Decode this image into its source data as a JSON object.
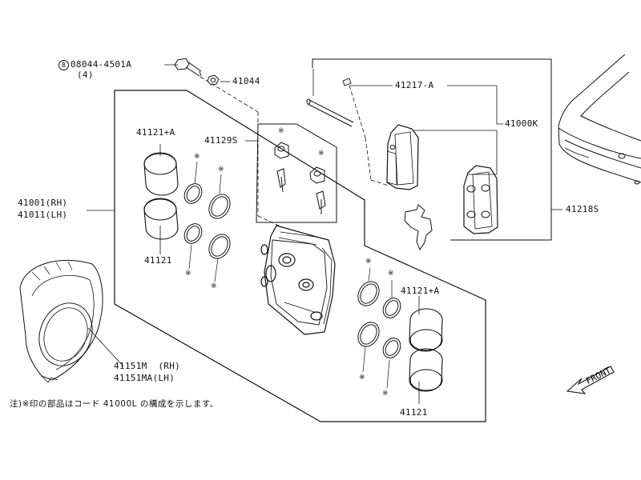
{
  "parts": {
    "bolt_code": "08044-4501A",
    "bolt_qty": "(4)",
    "bolt_marker": "B",
    "washer": "41044",
    "pad_clip": "41217-A",
    "pad_kit": "41000K",
    "pin_kit": "41129S",
    "piston_seal_kit_top": "41121+A",
    "piston_bottom": "41121",
    "caliper_rh": "41001(RH)",
    "caliper_lh": "41011(LH)",
    "piston_seal_kit_right": "41121+A",
    "piston_right_bottom": "41121",
    "shield_rh": "41151M  (RH)",
    "shield_lh": "41151MA(LH)",
    "shim_kit": "41218S"
  },
  "marks": {
    "symbol": "※"
  },
  "direction": "FRONT",
  "note": "注)※印の部品はコード 41000L の構成を示します。"
}
